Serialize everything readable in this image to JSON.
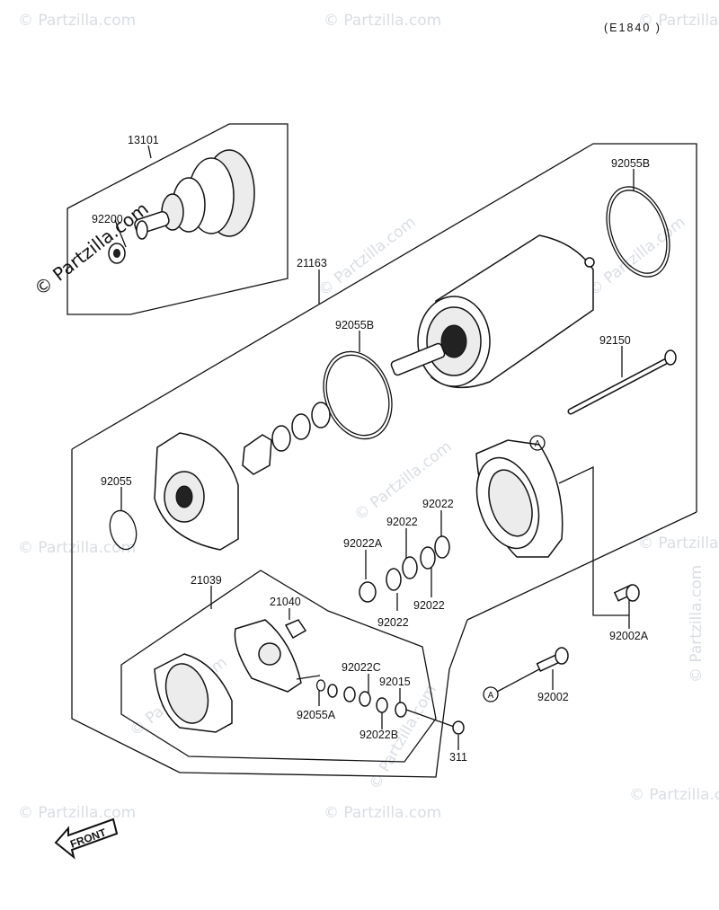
{
  "code": "(E1840 )",
  "front_label": "FRONT",
  "watermark": "© Partzilla.com",
  "parts": {
    "p13101": "13101",
    "p92200": "92200",
    "p21163": "21163",
    "p92055B_top": "92055B",
    "p92055B_mid": "92055B",
    "p92150": "92150",
    "p92055": "92055",
    "p92022_a": "92022",
    "p92022_b": "92022",
    "p92022A": "92022A",
    "p92022_c": "92022",
    "p92022_d": "92022",
    "p21039": "21039",
    "p21040": "21040",
    "p92022C": "92022C",
    "p92015": "92015",
    "p92055A": "92055A",
    "p92022B": "92022B",
    "p311": "311",
    "p92002A": "92002A",
    "p92002": "92002"
  },
  "refs": {
    "ref_a_top": "A",
    "ref_a_bottom": "A"
  }
}
